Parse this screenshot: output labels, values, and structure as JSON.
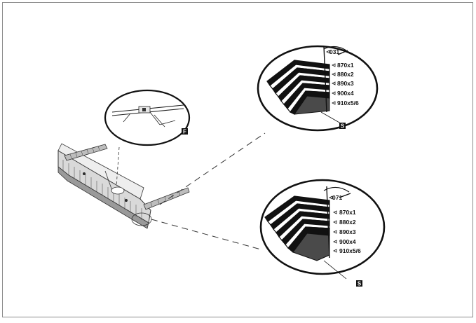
{
  "figure": {
    "callout_letters": {
      "top_detail": "F",
      "right_detail_upper": "S",
      "right_detail_lower": "S"
    },
    "upper_detail": {
      "top_label": "031",
      "size_labels": [
        "870x1",
        "880x2",
        "890x3",
        "900x4",
        "910x5/6"
      ]
    },
    "lower_detail": {
      "top_label": "071",
      "size_labels": [
        "870x1",
        "880x2",
        "890x3",
        "900x4",
        "910x5/6"
      ]
    }
  }
}
